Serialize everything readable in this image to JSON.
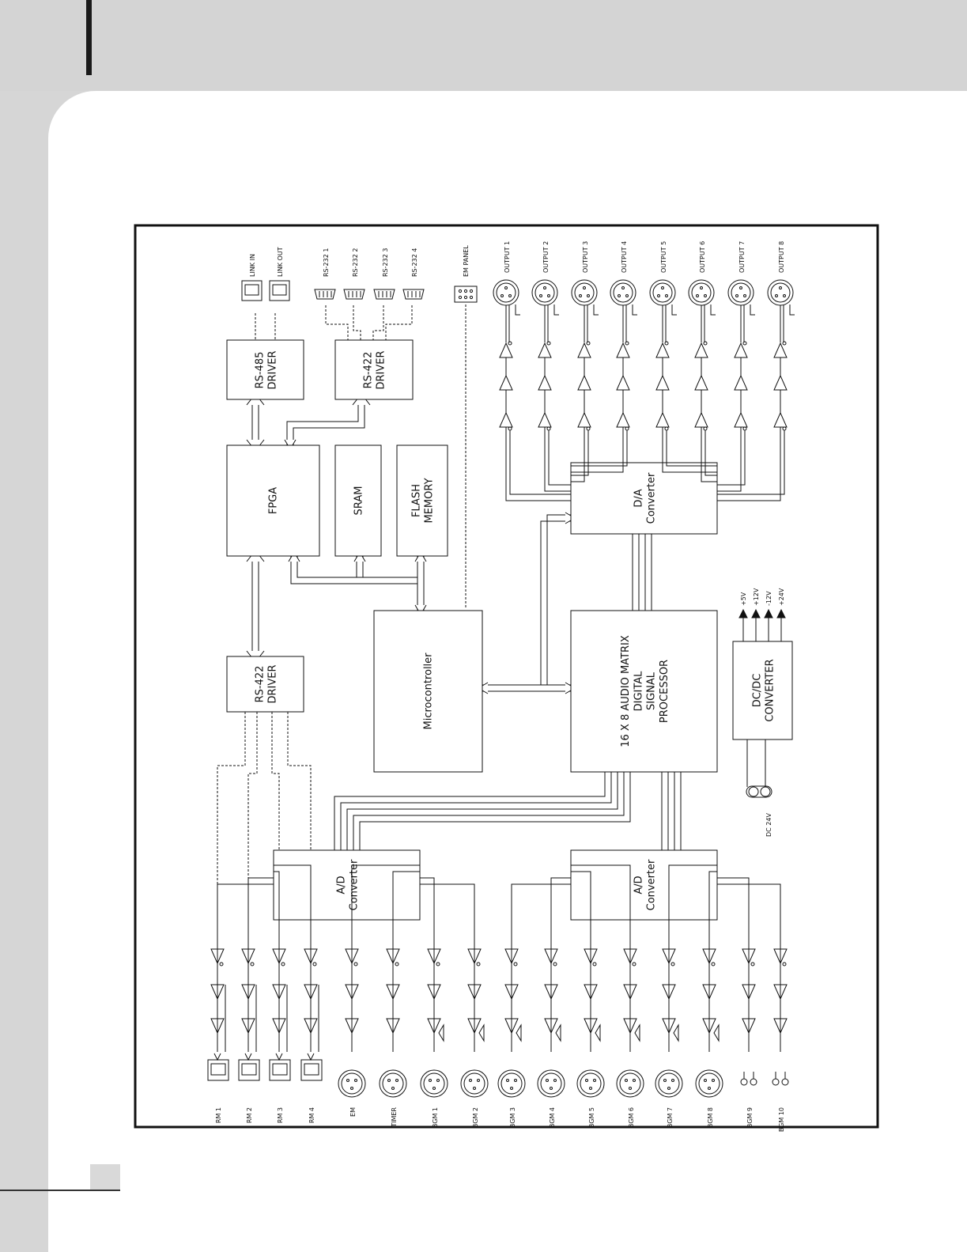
{
  "blocks": {
    "rs485_driver": "RS-485\nDRIVER",
    "rs422_driver_top": "RS-422\nDRIVER",
    "fpga": "FPGA",
    "sram": "SRAM",
    "flash_memory": "FLASH\nMEMORY",
    "rs422_driver_left": "RS-422\nDRIVER",
    "microcontroller": "Microcontroller",
    "da_converter": "D/A\nConverter",
    "dsp": "16 X 8 AUDIO MATRIX\nDIGITAL\nSIGNAL\nPROCESSOR",
    "dcdc_converter": "DC/DC\nCONVERTER",
    "ad_converter_left": "A/D\nConverter",
    "ad_converter_right": "A/D\nConverter"
  },
  "link_ports": [
    "LINK IN",
    "LINK OUT"
  ],
  "rs232_ports": [
    "RS-232 1",
    "RS-232 2",
    "RS-232 3",
    "RS-232 4"
  ],
  "em_panel": "EM PANEL",
  "outputs": [
    "OUTPUT 1",
    "OUTPUT 2",
    "OUTPUT 3",
    "OUTPUT 4",
    "OUTPUT 5",
    "OUTPUT 6",
    "OUTPUT 7",
    "OUTPUT 8"
  ],
  "rm_inputs": [
    "RM 1",
    "RM 2",
    "RM 3",
    "RM 4"
  ],
  "audio_inputs": [
    "EM",
    "TIMER",
    "BGM 1",
    "BGM 2",
    "BGM 3",
    "BGM 4",
    "BGM 5",
    "BGM 6",
    "BGM 7",
    "BGM 8",
    "BGM 9",
    "BGM 10"
  ],
  "power_rails": [
    "+5V",
    "+12V",
    "-12V",
    "+24V"
  ],
  "dc_input": "DC 24V"
}
